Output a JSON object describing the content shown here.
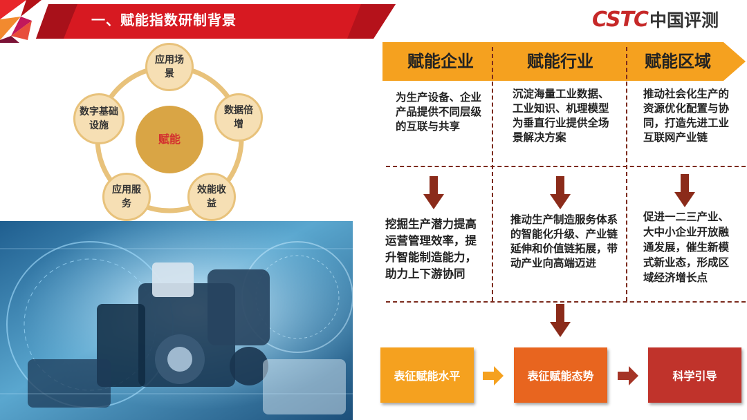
{
  "header": {
    "title": "一、赋能指数研制背景",
    "logo_latin": "CSTC",
    "logo_cn": "中国评测"
  },
  "cycle": {
    "center": "赋能",
    "nodes": [
      {
        "label": "应用场景"
      },
      {
        "label": "数据倍增"
      },
      {
        "label": "效能收益"
      },
      {
        "label": "应用服务"
      },
      {
        "label": "数字基础设施"
      }
    ]
  },
  "stages": [
    {
      "title": "赋能企业",
      "desc": "为生产设备、企业产品提供不同层级的互联与共享",
      "result": "挖掘生产潜力提高运营管理效率，提升智能制造能力，助力上下游协同"
    },
    {
      "title": "赋能行业",
      "desc": "沉淀海量工业数据、工业知识、机理模型为垂直行业提供全场景解决方案",
      "result": "推动生产制造服务体系的智能化升级、产业链延伸和价值链拓展，带动产业向高端迈进"
    },
    {
      "title": "赋能区域",
      "desc": "推动社会化生产的资源优化配置与协同，打造先进工业互联网产业链",
      "result": "促进一二三产业、大中小企业开放融通发展，催生新模式新业态，形成区域经济增长点"
    }
  ],
  "outcomes": [
    {
      "label": "表征赋能水平"
    },
    {
      "label": "表征赋能态势"
    },
    {
      "label": "科学引导"
    }
  ],
  "colors": {
    "banner_red": "#d71921",
    "stage_orange": "#f5a11f",
    "arrow_brown": "#8b2b1a",
    "outcome_1": "#f5a11f",
    "outcome_2": "#e8651f",
    "outcome_3": "#c0332b"
  },
  "icons": [
    "triangle-decoration-icon",
    "down-arrow-icon",
    "right-arrow-icon",
    "cstc-logo"
  ]
}
